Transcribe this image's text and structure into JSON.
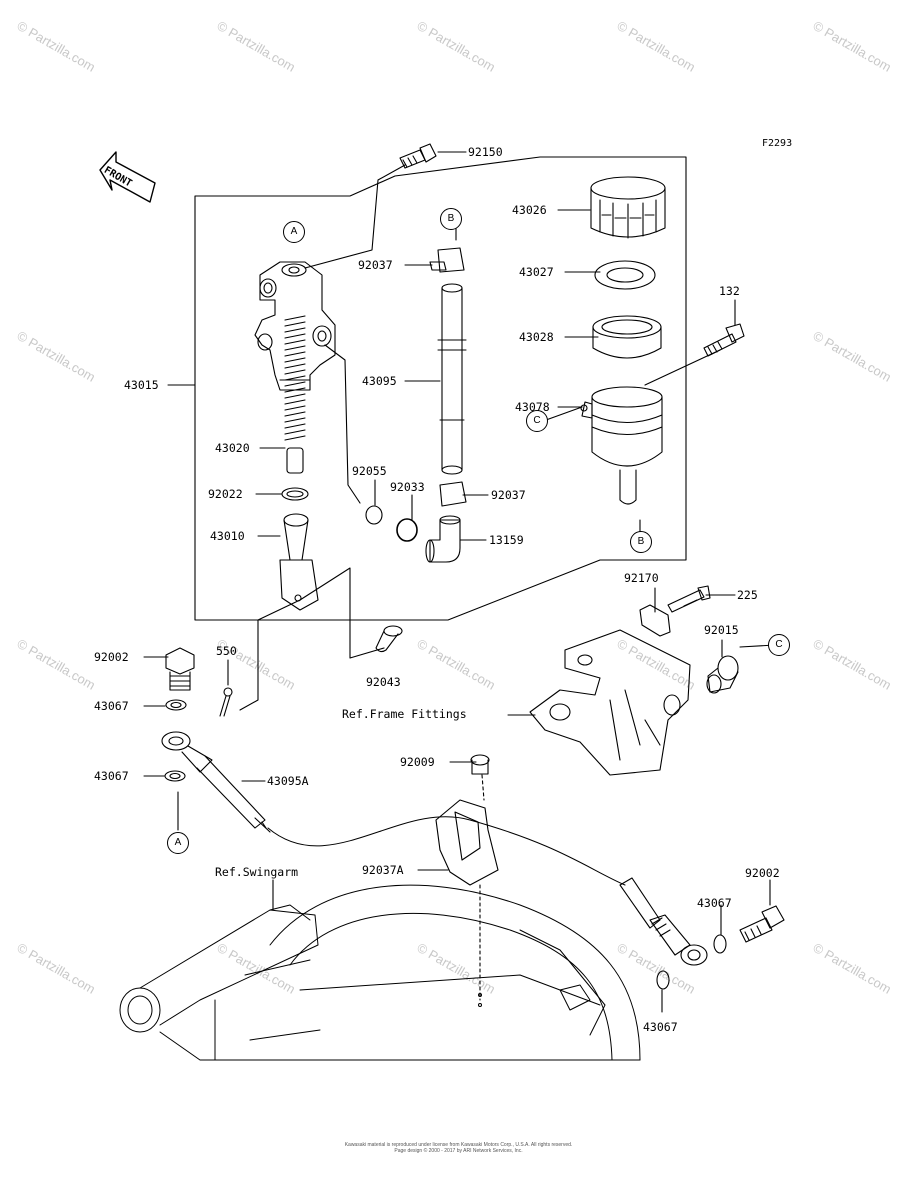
{
  "figure_code": "F2293",
  "front_label": "FRONT",
  "watermark": "© Partzilla.com",
  "parts": {
    "p92150": "92150",
    "p43026": "43026",
    "p92037_top": "92037",
    "p43027": "43027",
    "p43028": "43028",
    "p132": "132",
    "p43015": "43015",
    "p43095": "43095",
    "p43078": "43078",
    "p43020": "43020",
    "p92055": "92055",
    "p92033": "92033",
    "p92037_bot": "92037",
    "p92022": "92022",
    "p43010": "43010",
    "p13159": "13159",
    "p92170": "92170",
    "p225": "225",
    "p92002_left": "92002",
    "p550": "550",
    "p92015": "92015",
    "p92043": "92043",
    "p43067_a": "43067",
    "p43067_b": "43067",
    "p43095A": "43095A",
    "p92009": "92009",
    "p92037A": "92037A",
    "p92002_right": "92002",
    "p43067_c": "43067",
    "p43067_d": "43067"
  },
  "refs": {
    "frame_fittings": "Ref.Frame Fittings",
    "swingarm": "Ref.Swingarm"
  },
  "callouts": {
    "A1": "A",
    "A2": "A",
    "B1": "B",
    "B2": "B",
    "C1": "C",
    "C2": "C"
  },
  "footer": {
    "line1": "Kawasaki material is reproduced under license from Kawasaki Motors Corp., U.S.A. All rights reserved.",
    "line2": "Page design © 2000 - 2017 by ARI Network Services, Inc."
  }
}
